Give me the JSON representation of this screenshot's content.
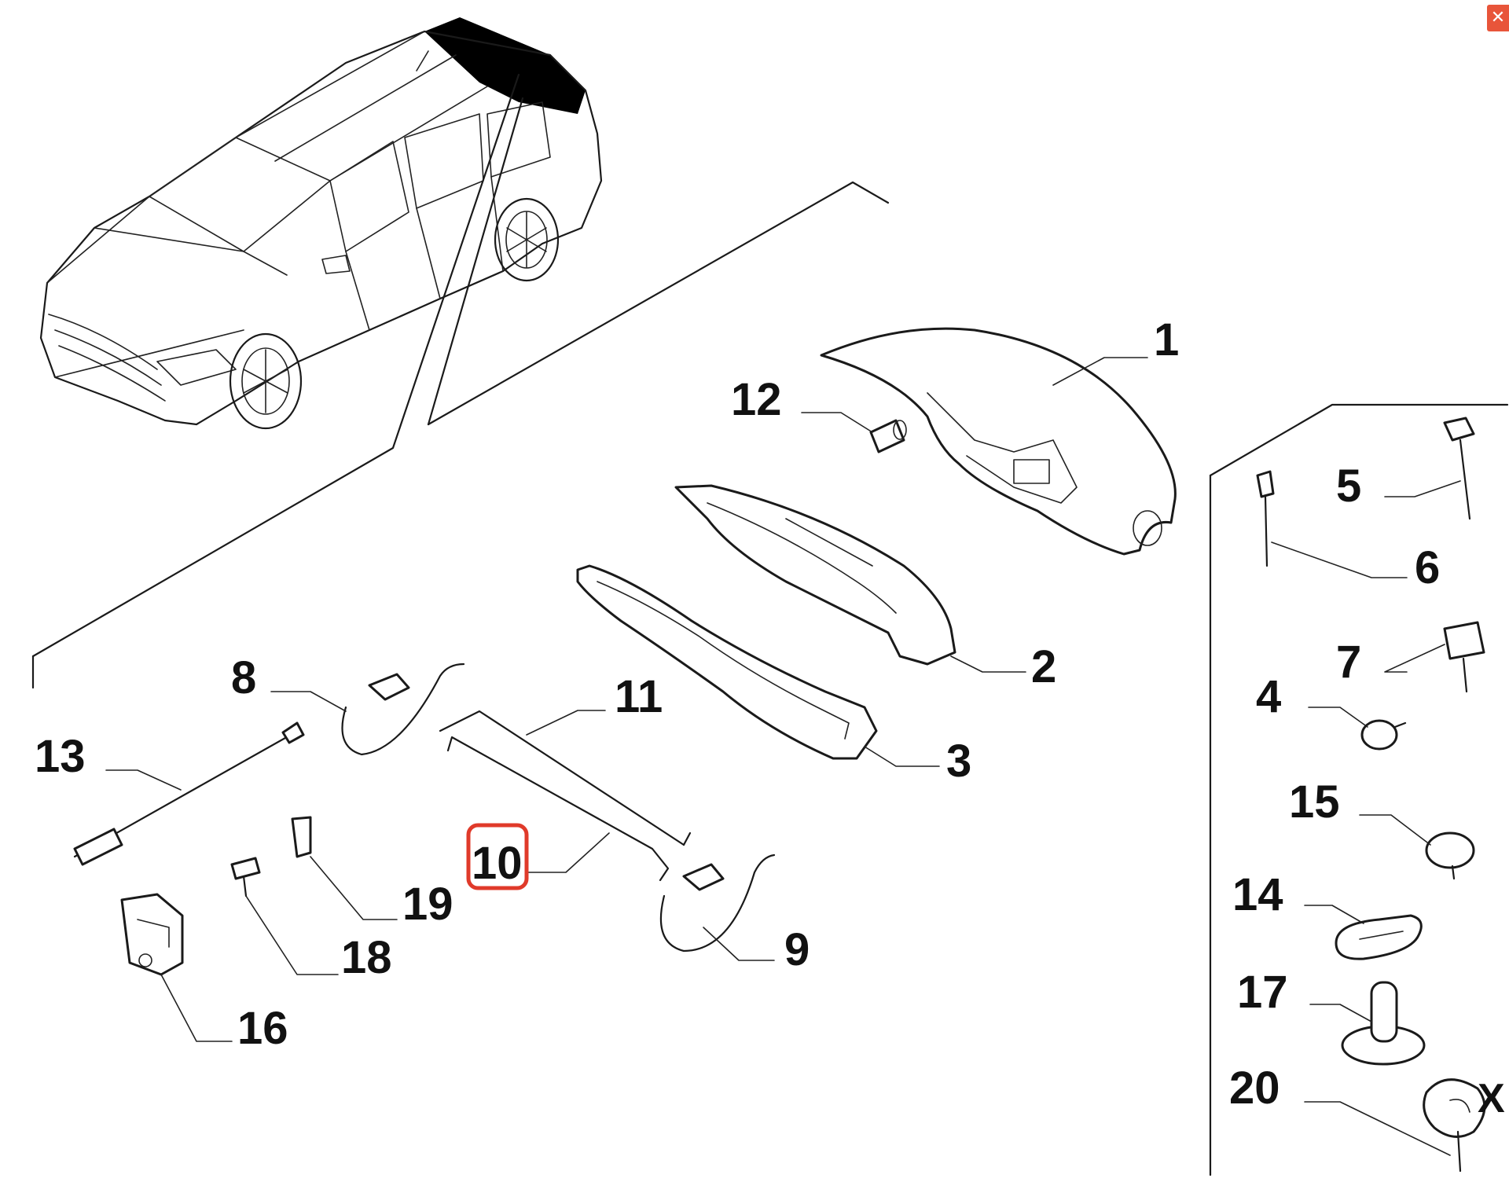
{
  "diagram": {
    "highlighted": "10",
    "highlight_color": "#e03a2a",
    "labels": [
      {
        "id": "1",
        "text": "1"
      },
      {
        "id": "2",
        "text": "2"
      },
      {
        "id": "3",
        "text": "3"
      },
      {
        "id": "4",
        "text": "4"
      },
      {
        "id": "5",
        "text": "5"
      },
      {
        "id": "6",
        "text": "6"
      },
      {
        "id": "7",
        "text": "7"
      },
      {
        "id": "8",
        "text": "8"
      },
      {
        "id": "9",
        "text": "9"
      },
      {
        "id": "10",
        "text": "10"
      },
      {
        "id": "11",
        "text": "11"
      },
      {
        "id": "12",
        "text": "12"
      },
      {
        "id": "13",
        "text": "13"
      },
      {
        "id": "14",
        "text": "14"
      },
      {
        "id": "15",
        "text": "15"
      },
      {
        "id": "16",
        "text": "16"
      },
      {
        "id": "17",
        "text": "17"
      },
      {
        "id": "18",
        "text": "18"
      },
      {
        "id": "19",
        "text": "19"
      },
      {
        "id": "20",
        "text": "20"
      }
    ],
    "note_mark": "X",
    "close_icon": "close-icon"
  }
}
